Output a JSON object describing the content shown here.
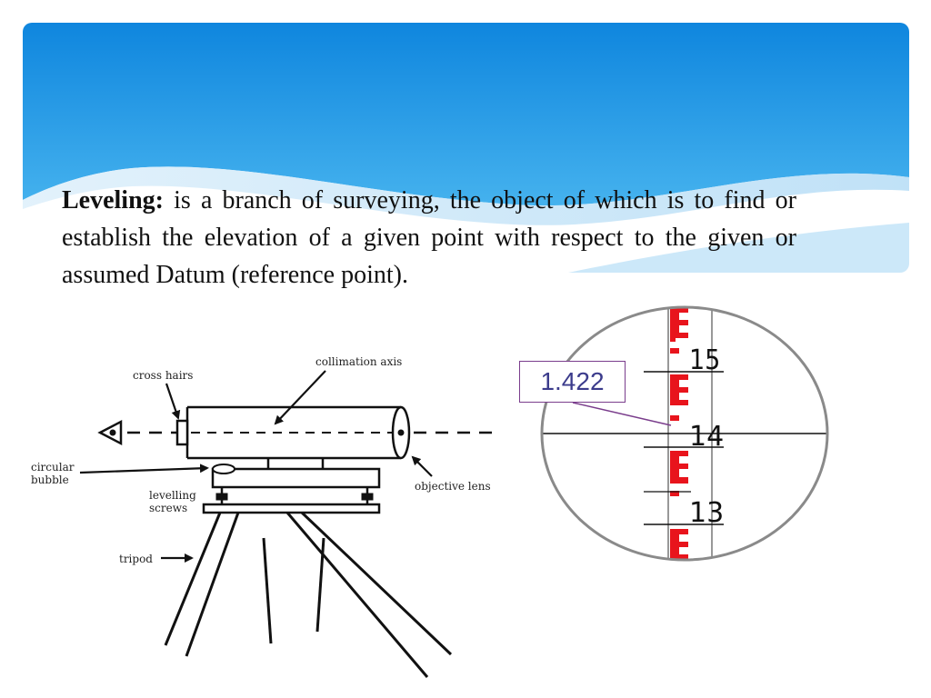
{
  "definition": {
    "term": "Leveling:",
    "text": " is a branch of surveying, the object of which is to find or establish the elevation of a given point with respect to the given or assumed Datum (reference point)."
  },
  "instrument_labels": {
    "collimation_axis": "collimation axis",
    "cross_hairs": "cross hairs",
    "circular": "circular",
    "bubble": "bubble",
    "levelling": "levelling",
    "screws": "screws",
    "objective_lens": "objective lens",
    "tripod": "tripod"
  },
  "staff_view": {
    "reading": "1.422",
    "staff_numbers": [
      "15",
      "14",
      "13"
    ]
  },
  "colors": {
    "banner_top": "#1a8fe0",
    "banner_light": "#d6ecfa",
    "staff_red": "#e8141c",
    "callout_border": "#7a3d8c"
  }
}
